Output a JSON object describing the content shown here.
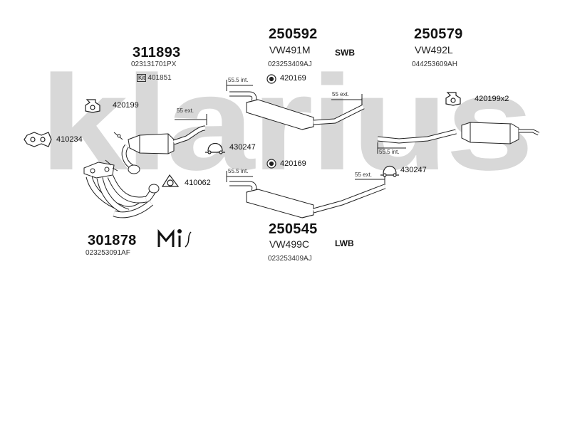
{
  "brand": {
    "watermark": "klarius",
    "watermark_color": "#d8d8d8"
  },
  "kits": [
    {
      "code": "311893",
      "ref": "023131701PX",
      "kit_label": "Kit",
      "kit_code": "401851"
    },
    {
      "code": "250592",
      "model": "VW491M",
      "ref": "023253409AJ",
      "variant": "SWB"
    },
    {
      "code": "250579",
      "model": "VW492L",
      "ref": "044253609AH"
    },
    {
      "code": "250545",
      "model": "VW499C",
      "ref": "023253409AJ",
      "variant": "LWB"
    },
    {
      "code": "301878",
      "ref": "023253091AF",
      "symbol": "MI"
    }
  ],
  "fittings": [
    {
      "code": "420199",
      "icon": "rubber-hanger-icon"
    },
    {
      "code": "410234",
      "icon": "gasket-icon"
    },
    {
      "code": "430247",
      "icon": "clamp-icon"
    },
    {
      "code": "410062",
      "icon": "flange-gasket-icon"
    },
    {
      "code": "420169",
      "icon": "rubber-ring-icon"
    },
    {
      "code": "420169",
      "icon": "rubber-ring-icon"
    },
    {
      "code": "420199x2",
      "icon": "rubber-hanger-icon"
    },
    {
      "code": "430247",
      "icon": "clamp-icon"
    }
  ],
  "dimensions": [
    "55 ext.",
    "55.5 int.",
    "55 ext.",
    "55.5 int.",
    "55.5 int.",
    "55 ext."
  ]
}
